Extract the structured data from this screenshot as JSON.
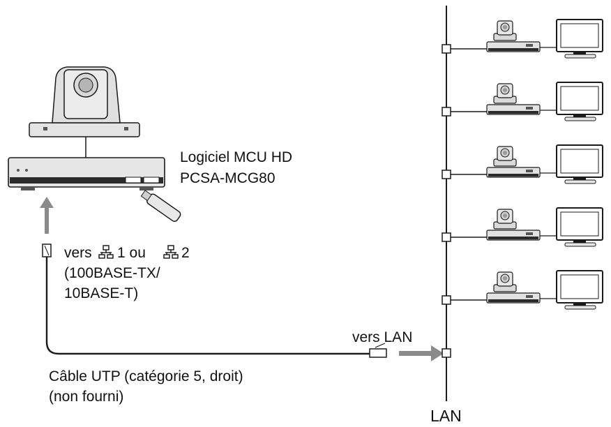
{
  "software_label": {
    "line1": "Logiciel MCU HD",
    "line2": "PCSA-MCG80"
  },
  "connector_label": {
    "line1_pre": "vers",
    "line1_mid": "1 ou",
    "line1_post": "2",
    "line2": "(100BASE-TX/",
    "line3": "10BASE-T)"
  },
  "lan_port_label": "vers LAN",
  "cable_label": {
    "line1": "Câble UTP (catégorie 5, droit)",
    "line2": "(non fourni)"
  },
  "lan_label": "LAN",
  "remote_sites_count": 5,
  "colors": {
    "line": "#1a1a1a",
    "arrow": "#8a8a8a",
    "device_fill": "#e6e6e6",
    "device_dark": "#2b2b2b"
  },
  "icons": [
    "network-port-icon",
    "network-port-icon"
  ]
}
